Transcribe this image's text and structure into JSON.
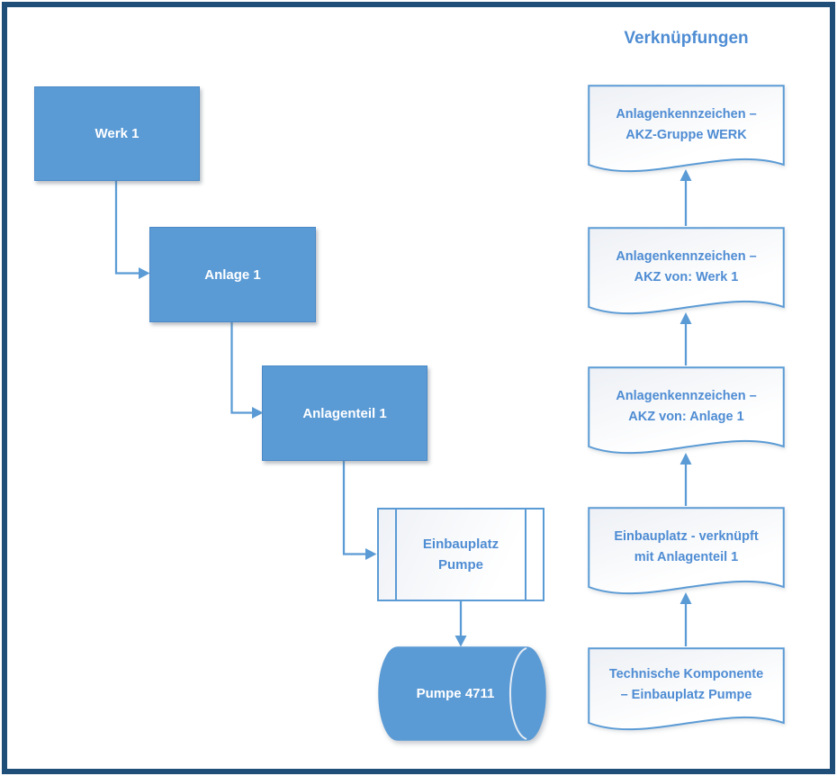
{
  "diagram": {
    "title": "Verknüpfungen",
    "colors": {
      "accent_blue": "#5b9bd5",
      "frame_navy": "#1f4e79",
      "link_text_blue": "#4e8cd3",
      "node_text_white": "#ffffff"
    },
    "hierarchy": [
      {
        "id": "werk-1",
        "shape": "rectangle",
        "label": "Werk 1"
      },
      {
        "id": "anlage-1",
        "shape": "rectangle",
        "label": "Anlage 1"
      },
      {
        "id": "anlagenteil-1",
        "shape": "rectangle",
        "label": "Anlagenteil 1"
      },
      {
        "id": "einbauplatz-pumpe",
        "shape": "predefined-process",
        "label": "Einbauplatz\nPumpe"
      },
      {
        "id": "pumpe-4711",
        "shape": "cylinder",
        "label": "Pumpe 4711"
      }
    ],
    "links": [
      {
        "id": "link-akz-gruppe-werk",
        "shape": "document",
        "label": "Anlagenkennzeichen –\nAKZ-Gruppe WERK"
      },
      {
        "id": "link-akz-von-werk-1",
        "shape": "document",
        "label": "Anlagenkennzeichen –\nAKZ von: Werk 1"
      },
      {
        "id": "link-akz-von-anlage-1",
        "shape": "document",
        "label": "Anlagenkennzeichen –\nAKZ von: Anlage 1"
      },
      {
        "id": "link-einbauplatz-anlagenteil-1",
        "shape": "document",
        "label": "Einbauplatz - verknüpft\nmit Anlagenteil 1"
      },
      {
        "id": "link-technische-komponente",
        "shape": "document",
        "label": "Technische Komponente\n– Einbauplatz Pumpe"
      }
    ]
  }
}
